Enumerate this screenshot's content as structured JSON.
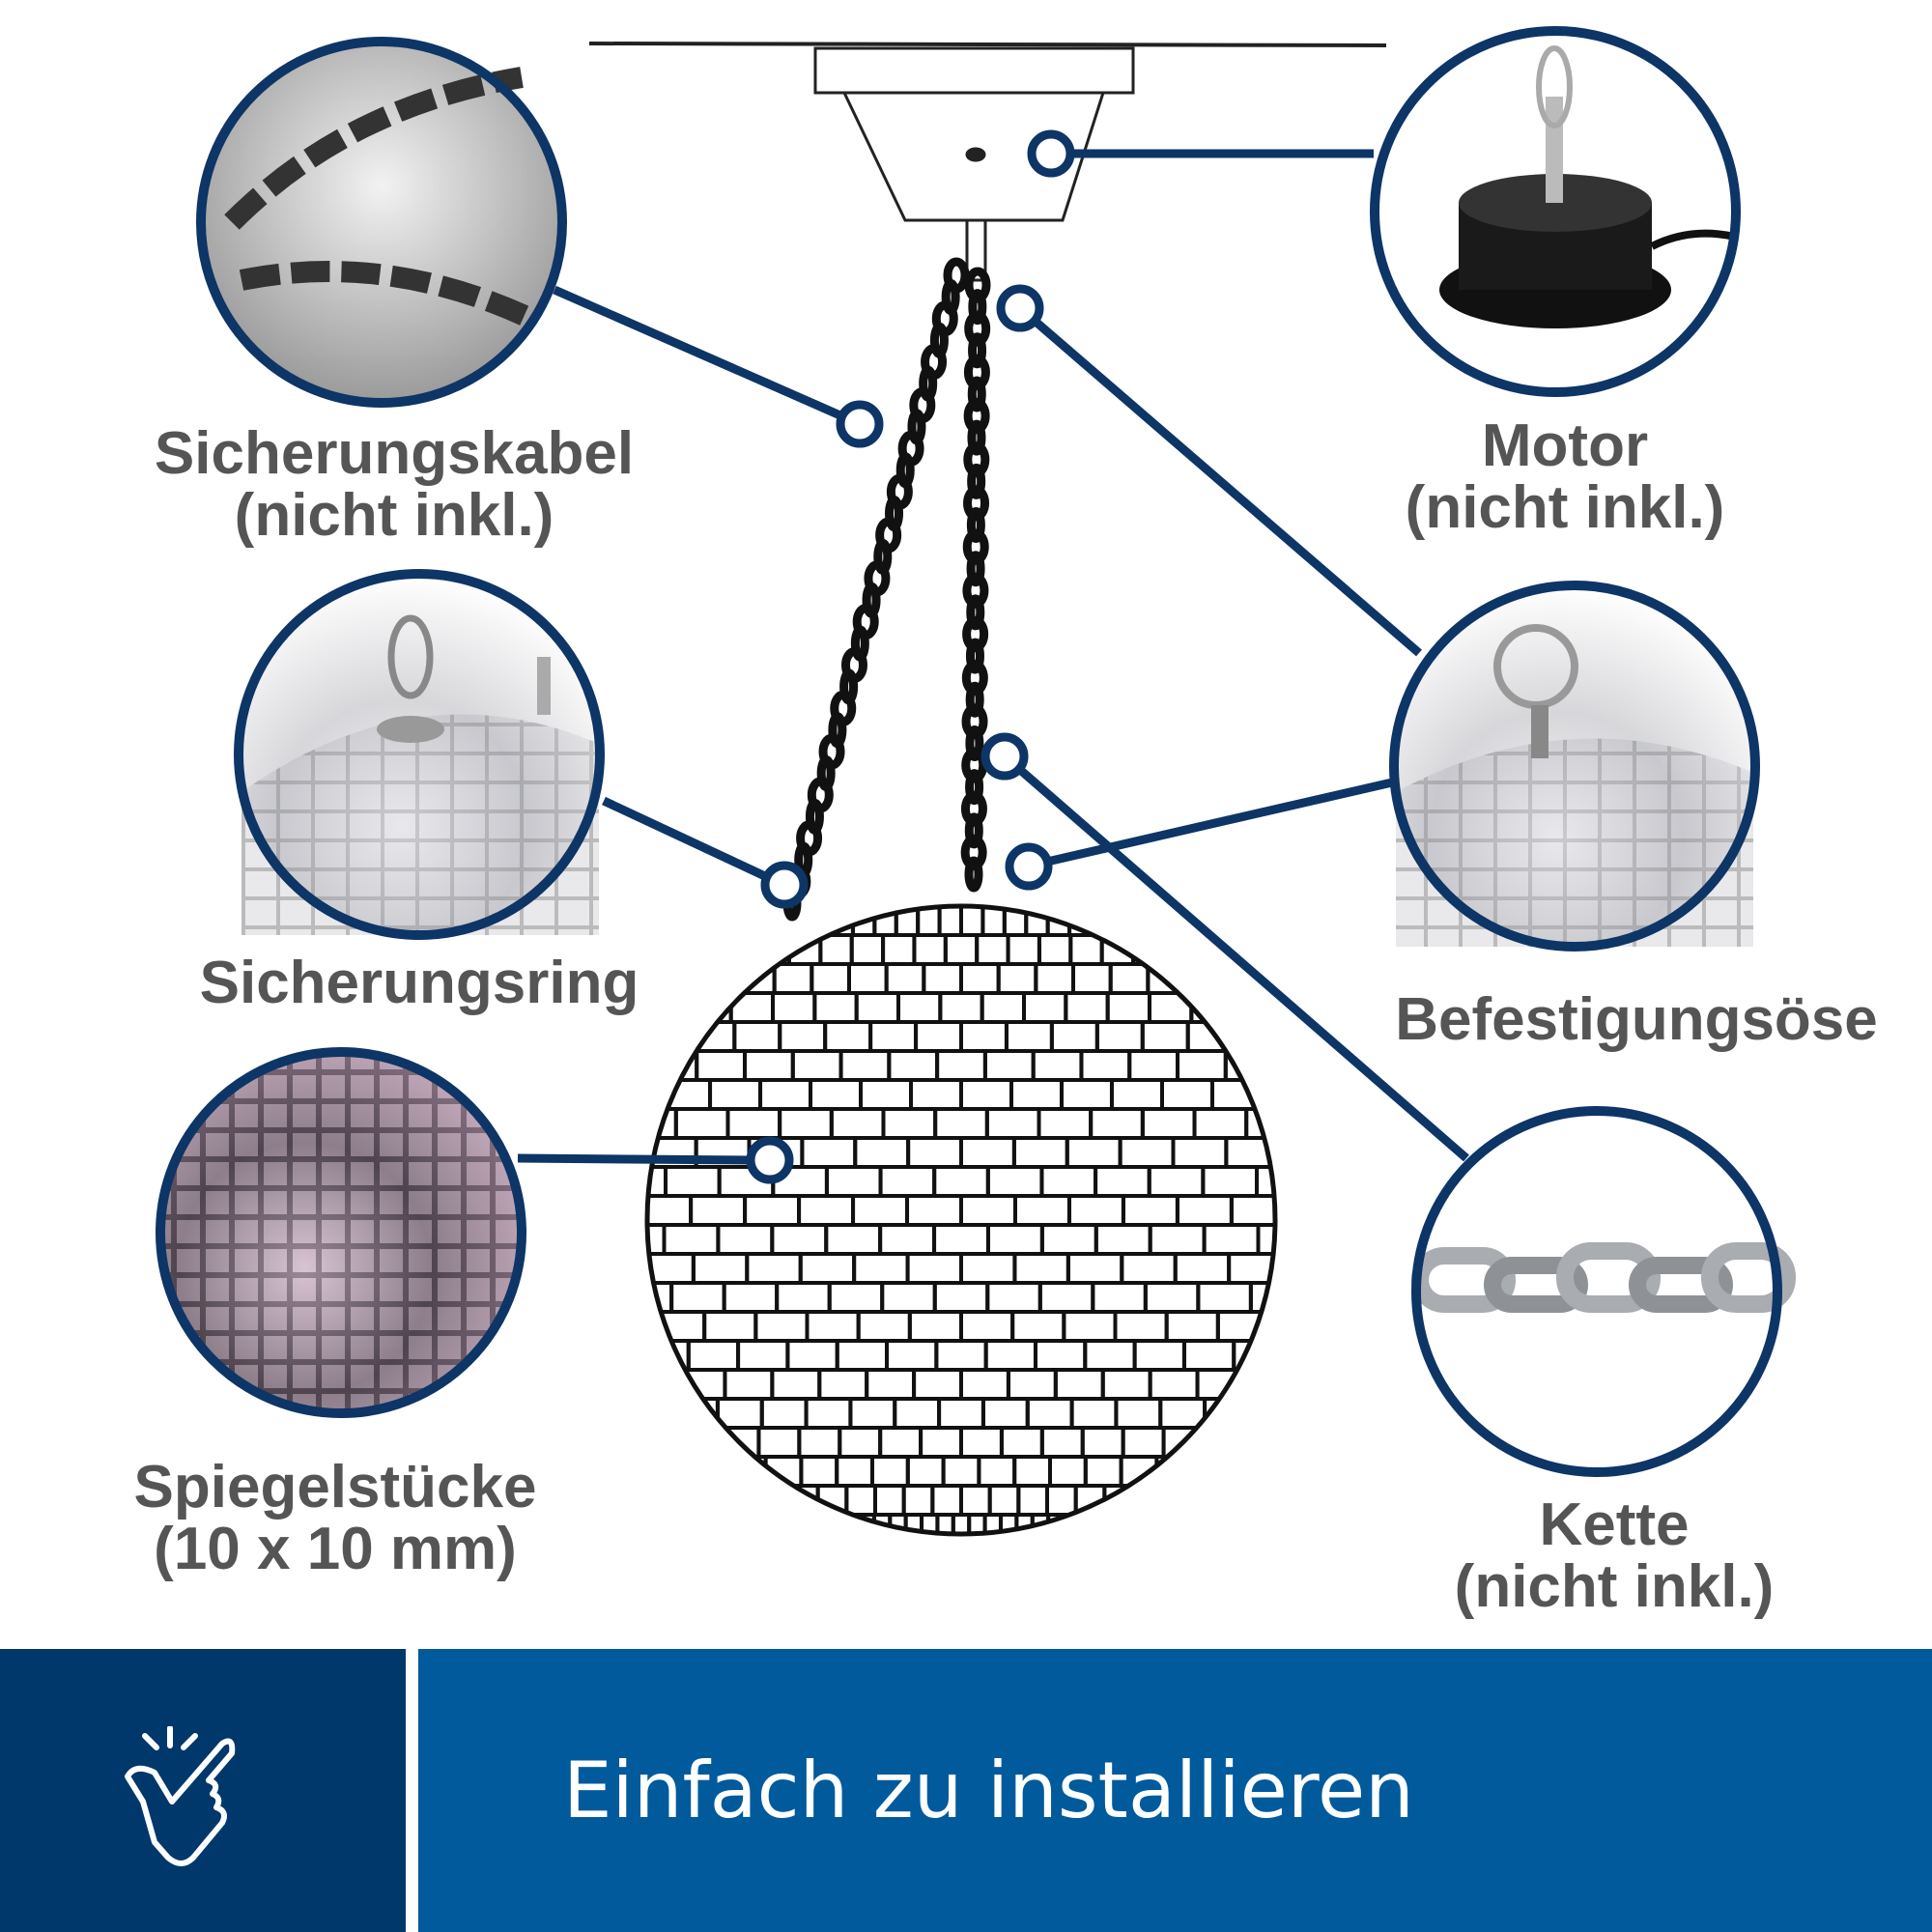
{
  "labels": {
    "safety_cable": [
      "Sicherungskabel",
      "(nicht inkl.)"
    ],
    "motor": [
      "Motor",
      "(nicht inkl.)"
    ],
    "safety_ring": [
      "Sicherungsring"
    ],
    "mounting_eye": [
      "Befestigungsöse"
    ],
    "mirror_pieces": [
      "Spiegelstücke",
      "(10 x 10 mm)"
    ],
    "chain": [
      "Kette",
      "(nicht inkl.)"
    ]
  },
  "banner": {
    "text": "Einfach zu installieren",
    "icon": "finger-snap-icon"
  },
  "colors": {
    "accent_dark": "#00386b",
    "accent": "#005a9c",
    "callout": "#0d3566",
    "label": "#555555"
  }
}
